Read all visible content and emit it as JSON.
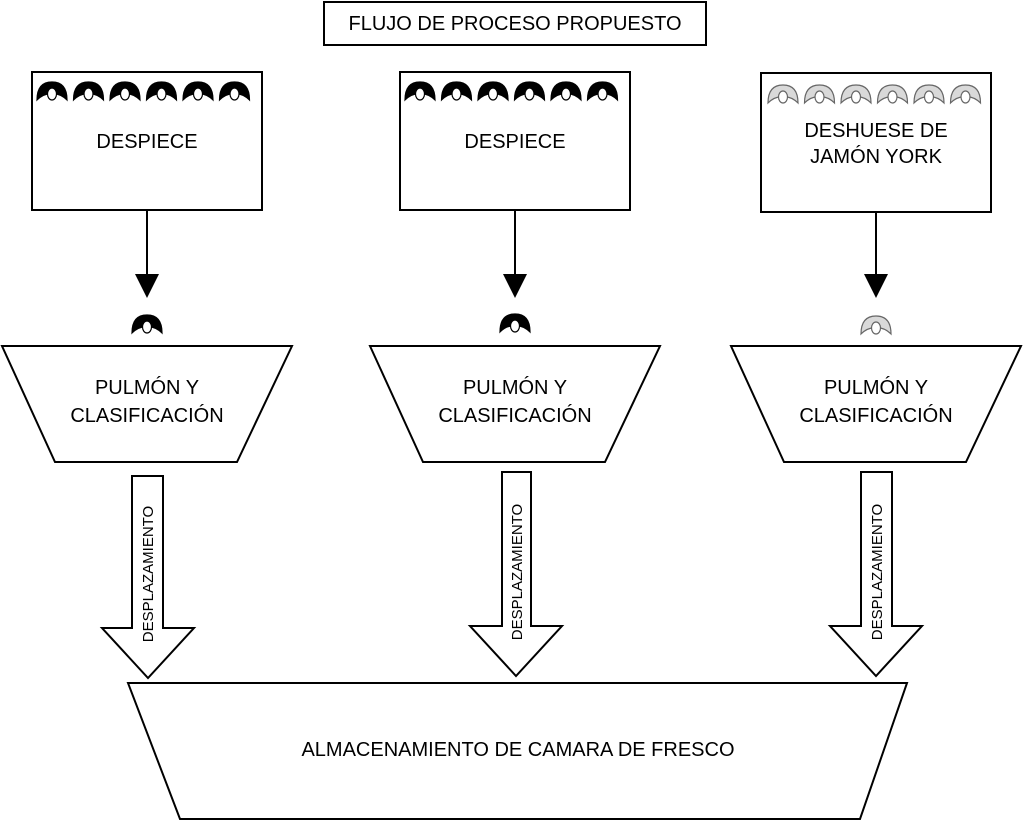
{
  "diagram": {
    "title": "FLUJO DE PROCESO PROPUESTO",
    "columns": [
      {
        "process_lines": [
          "DESPIECE"
        ],
        "piece_style": "solid",
        "piece_count": 6,
        "buffer_lines": [
          "PULMÓN Y",
          "CLASIFICACIÓN"
        ],
        "transfer_label": "DESPLAZAMIENTO"
      },
      {
        "process_lines": [
          "DESPIECE"
        ],
        "piece_style": "solid",
        "piece_count": 6,
        "buffer_lines": [
          "PULMÓN Y",
          "CLASIFICACIÓN"
        ],
        "transfer_label": "DESPLAZAMIENTO"
      },
      {
        "process_lines": [
          "DESHUESE DE",
          "JAMÓN YORK"
        ],
        "piece_style": "outline",
        "piece_count": 6,
        "buffer_lines": [
          "PULMÓN Y",
          "CLASIFICACIÓN"
        ],
        "transfer_label": "DESPLAZAMIENTO"
      }
    ],
    "storage_label": "ALMACENAMIENTO DE CAMARA DE FRESCO",
    "colors": {
      "line": "#000000",
      "background": "#ffffff",
      "outline_piece_fill": "#d9d9d9",
      "outline_piece_stroke": "#666666"
    },
    "icons": {
      "piece": "meat-piece-icon"
    }
  }
}
